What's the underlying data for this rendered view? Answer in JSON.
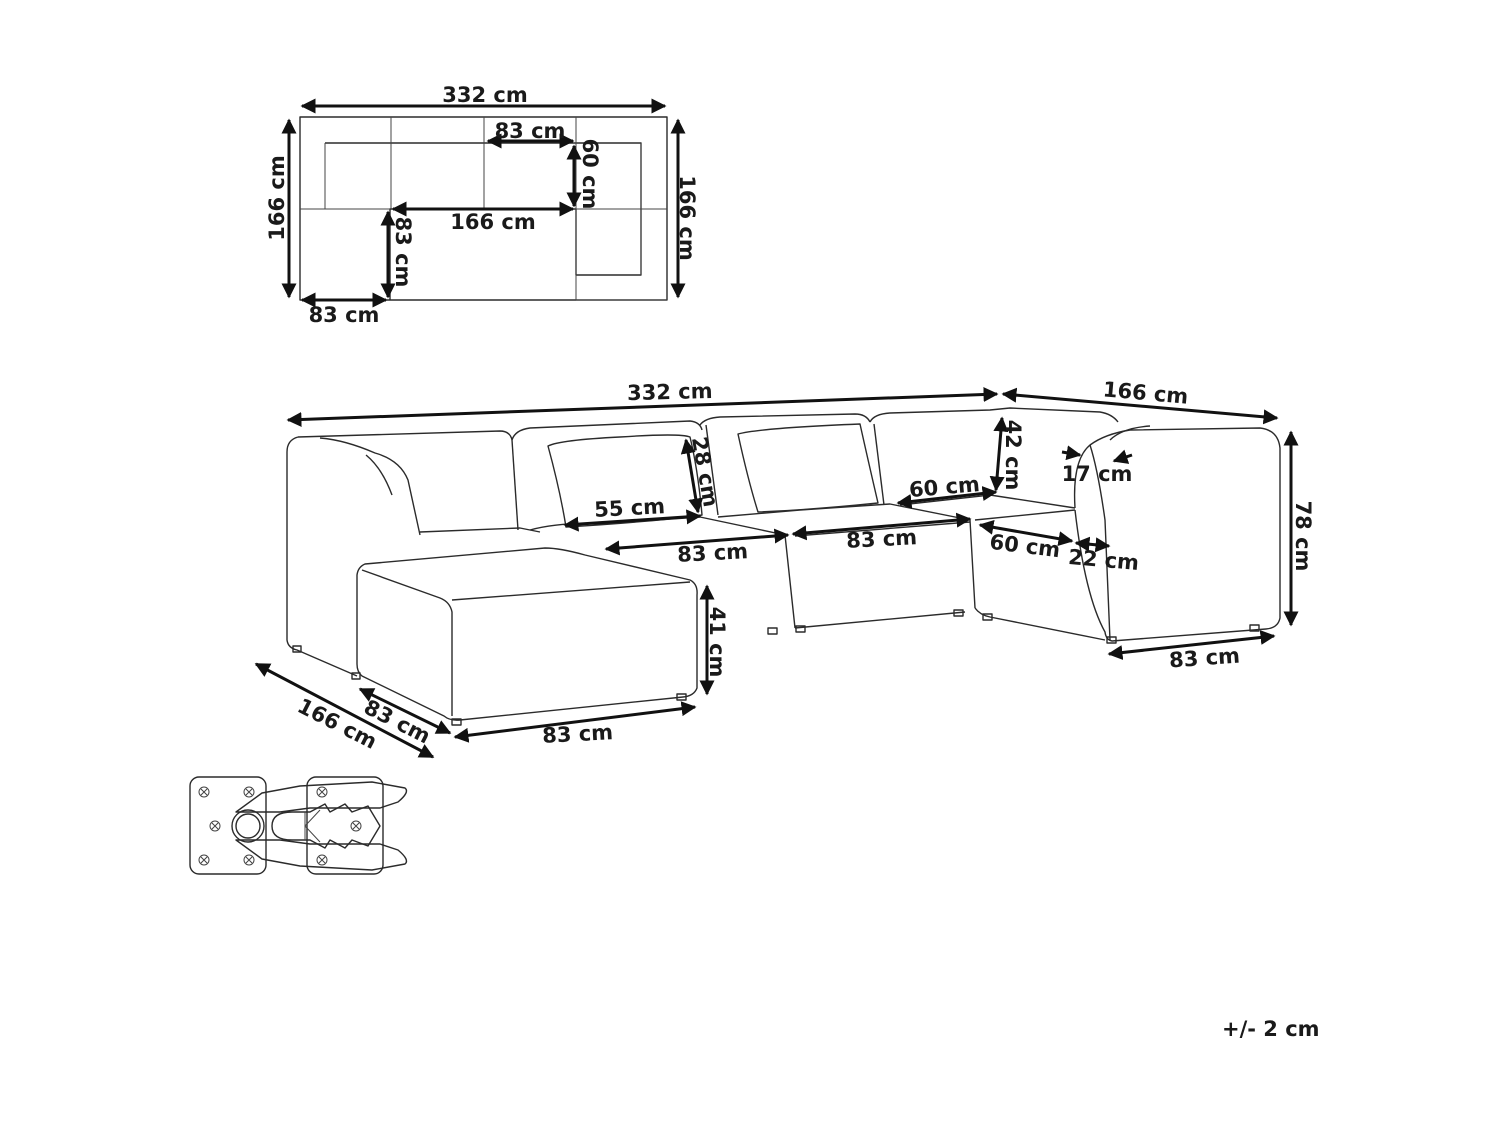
{
  "top_view": {
    "overall_width": "332 cm",
    "depth_left": "166 cm",
    "depth_right": "166 cm",
    "inner_width": "166 cm",
    "module_width": "83 cm",
    "seat_depth": "60 cm",
    "chaise_depth": "83 cm",
    "chaise_width": "83 cm"
  },
  "perspective_view": {
    "overall_width": "332 cm",
    "side_depth": "166 cm",
    "height": "78 cm",
    "back_height": "42 cm",
    "armrest_width": "17 cm",
    "seat_depth": "60 cm",
    "seat_depth_corner": "60 cm",
    "armrest_depth": "22 cm",
    "cushion_height": "28 cm",
    "cushion_width": "55 cm",
    "module_width_1": "83 cm",
    "module_width_2": "83 cm",
    "seat_height": "41 cm",
    "ottoman_width": "83 cm",
    "ottoman_depth": "83 cm",
    "chaise_length": "166 cm",
    "corner_width": "83 cm"
  },
  "tolerance": "+/- 2 cm"
}
